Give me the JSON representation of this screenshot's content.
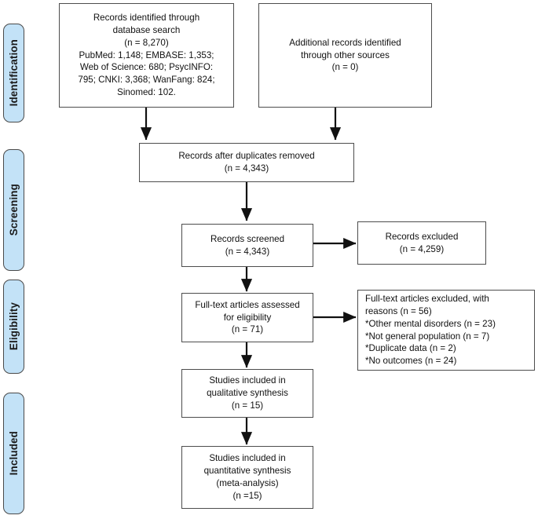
{
  "diagram": {
    "title": "PRISMA study selection flow diagram",
    "stage_labels": [
      {
        "name": "identification",
        "label": "Identification"
      },
      {
        "name": "screening",
        "label": "Screening"
      },
      {
        "name": "eligibility",
        "label": "Eligibility"
      },
      {
        "name": "included",
        "label": "Included"
      }
    ],
    "nodes": {
      "records_identified": "Records identified through\ndatabase search\n(n = 8,270)\nPubMed: 1,148; EMBASE: 1,353;\nWeb of Science: 680; PsycINFO:\n795; CNKI: 3,368; WanFang: 824;\nSinomed: 102.",
      "additional_records": "Additional records identified\nthrough other sources\n(n = 0)",
      "duplicates_removed": "Records after duplicates removed\n(n = 4,343)",
      "records_screened": "Records screened\n(n = 4,343)",
      "records_excluded": "Records excluded\n(n = 4,259)",
      "fulltext_assessed": "Full-text articles assessed\nfor eligibility\n(n = 71)",
      "fulltext_excluded": "Full-text articles excluded, with\nreasons (n = 56)\n*Other mental disorders (n = 23)\n*Not general population (n = 7)\n*Duplicate data (n = 2)\n*No outcomes (n = 24)",
      "qualitative_synthesis": "Studies included in\nqualitative synthesis\n(n = 15)",
      "quantitative_synthesis": "Studies included in\nquantitative synthesis\n(meta-analysis)\n(n =15)"
    },
    "colors": {
      "stage_fill": "#c3e2f7",
      "stage_border": "#4a4a4a",
      "node_border": "#4d4d4d",
      "connector": "#111111",
      "background": "#ffffff"
    }
  },
  "chart_data": {
    "type": "diagram",
    "title": "PRISMA flow diagram of study selection",
    "stages": [
      "Identification",
      "Screening",
      "Eligibility",
      "Included"
    ],
    "counts": {
      "records_identified_database_search": 8270,
      "pubmed": 1148,
      "embase": 1353,
      "web_of_science": 680,
      "psycinfo": 795,
      "cnki": 3368,
      "wanfang": 824,
      "sinomed": 102,
      "additional_records_other_sources": 0,
      "records_after_duplicates_removed": 4343,
      "records_screened": 4343,
      "records_excluded": 4259,
      "fulltext_assessed_for_eligibility": 71,
      "fulltext_excluded_with_reasons": 56,
      "excluded_other_mental_disorders": 23,
      "excluded_not_general_population": 7,
      "excluded_duplicate_data": 2,
      "excluded_no_outcomes": 24,
      "included_qualitative_synthesis": 15,
      "included_quantitative_synthesis": 15
    }
  }
}
